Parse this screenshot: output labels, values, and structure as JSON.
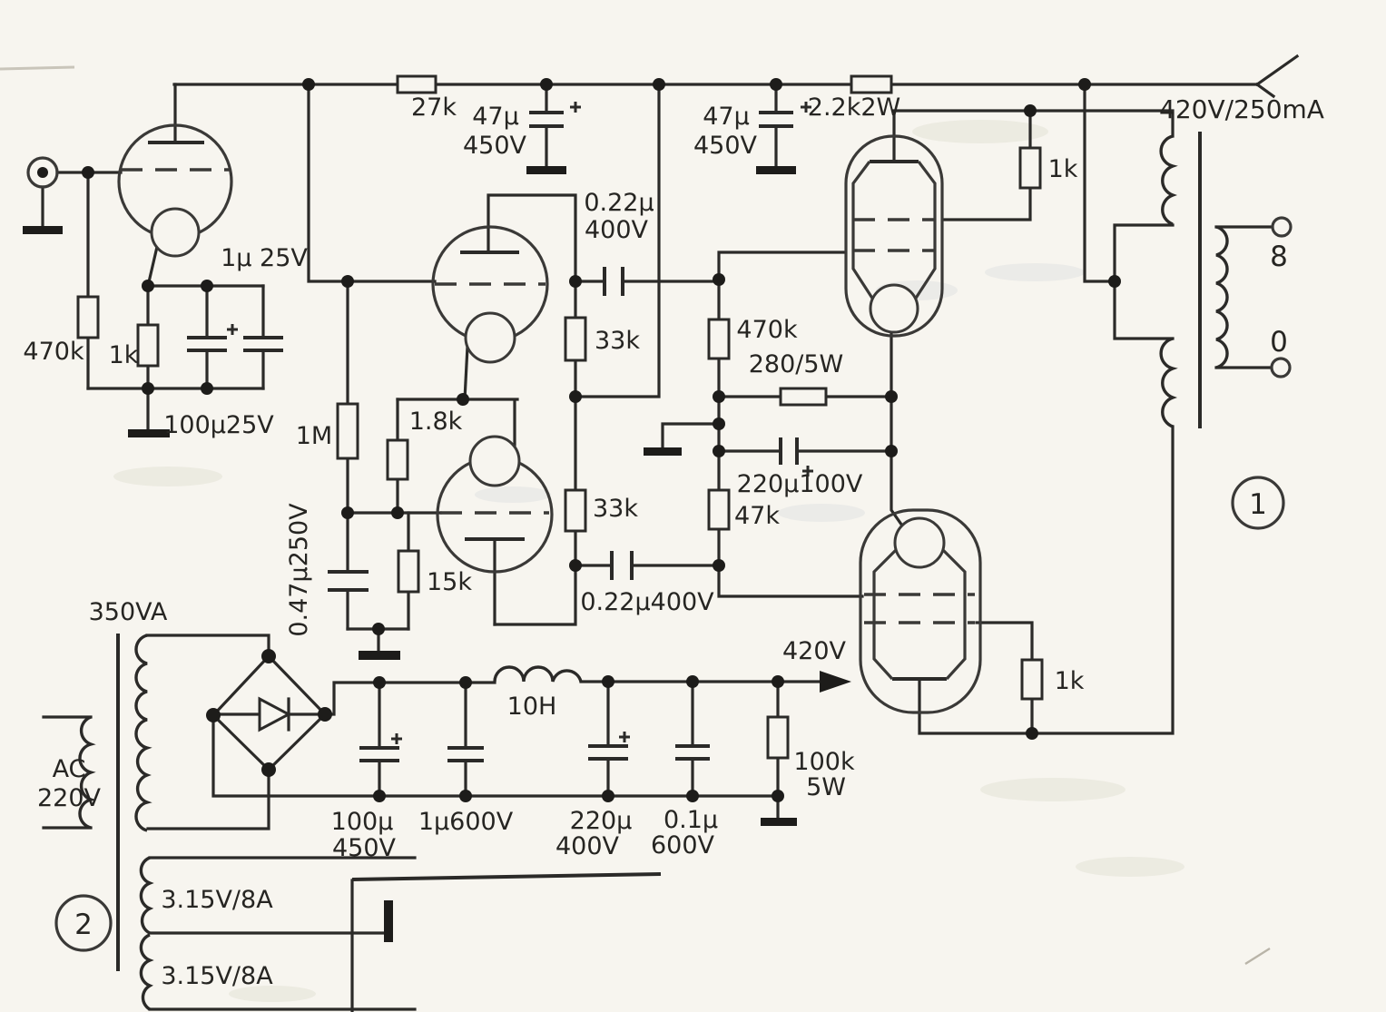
{
  "figure": {
    "kind": "Scanned schematic of a vacuum-tube push-pull power amplifier with power supply",
    "channel_tag": "1",
    "psu_tag": "2"
  },
  "amplifier": {
    "b_plus_rail": {
      "plate_resistor": "27k",
      "decoupling_cap_1": "47µ",
      "decoupling_cap_1_v": "450V",
      "decoupling_cap_2": "47µ",
      "decoupling_cap_2_v": "450V",
      "dropper": "2.2k2W",
      "supply": "420V/250mA"
    },
    "input_stage": {
      "grid_resistor": "470k",
      "cathode_resistor": "1k",
      "bypass_cap_small": "1µ 25V",
      "bypass_cap_large": "100µ25V"
    },
    "driver_stage": {
      "coupling_cap_top": "0.22µ",
      "coupling_cap_top_v": "400V",
      "plate_resistor_top": "33k",
      "plate_resistor_bottom": "33k",
      "coupling_cap_bottom": "0.22µ400V",
      "grid_resistor": "1M",
      "cathode_resistor": "1.8k",
      "tail_resistor": "15k",
      "feedback_cap": "0.47µ250V"
    },
    "output_stage": {
      "grid_leak_top": "470k",
      "cathode_resistor": "280/5W",
      "cathode_bypass": "220µ100V",
      "grid_leak_bottom": "47k",
      "screen_resistor_top": "1k",
      "screen_resistor_bottom": "1k"
    },
    "output_transformer": {
      "tap_8": "8",
      "tap_0": "0"
    }
  },
  "power_supply": {
    "transformer": {
      "rating": "350VA",
      "primary_line1": "AC",
      "primary_line2": "220V",
      "heater_winding_1": "3.15V/8A",
      "heater_winding_2": "3.15V/8A"
    },
    "filter": {
      "cap1": "100µ",
      "cap1_v": "450V",
      "cap2": "1µ600V",
      "choke": "10H",
      "cap3": "220µ",
      "cap3_v": "400V",
      "cap4": "0.1µ",
      "cap4_v": "600V",
      "bleeder": "100k",
      "bleeder_w": "5W",
      "output": "420V"
    }
  }
}
